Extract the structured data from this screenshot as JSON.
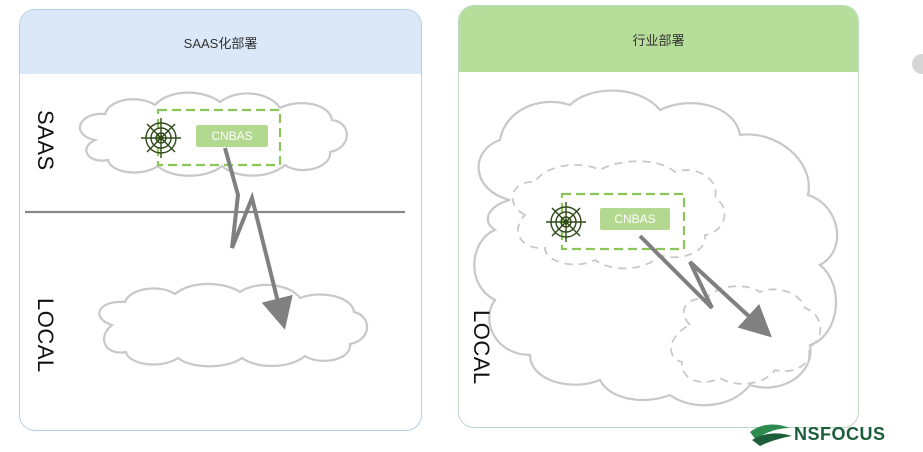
{
  "left_panel": {
    "title": "SAAS化部署",
    "saas_label": "SAAS",
    "local_label": "LOCAL",
    "cnbas_label": "CNBAS"
  },
  "right_panel": {
    "title": "行业部署",
    "local_label": "LOCAL",
    "cnbas_label": "CNBAS"
  },
  "logo": {
    "text": "NSFOCUS"
  },
  "colors": {
    "left_header": "#dae8f8",
    "right_header": "#b7dd9a",
    "cnbas_box": "#b3d890",
    "dashed_border": "#8cc65a",
    "cloud_stroke": "#c8c8c8",
    "arrow": "#808080",
    "spider_icon": "#2f4a18"
  }
}
